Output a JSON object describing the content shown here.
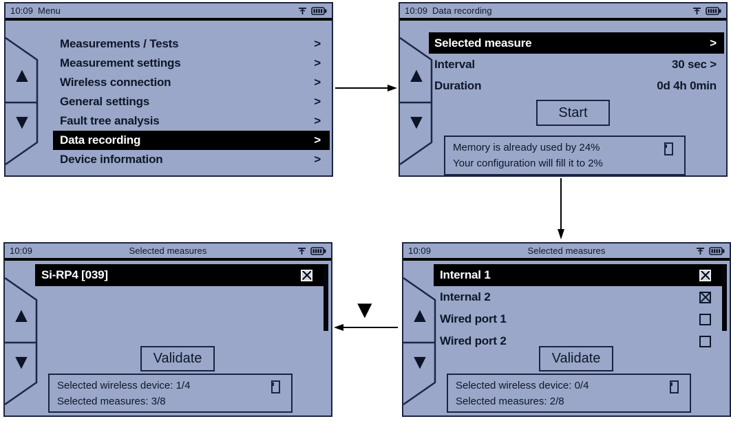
{
  "colors": {
    "screen-bg": "#9aa7c9",
    "ink": "#0e1628",
    "highlight-bg": "#000000",
    "highlight-fg": "#ffffff",
    "page-bg": "#ffffff"
  },
  "icons": {
    "scroll_up": "▲",
    "scroll_down": "▼",
    "down_key": "▼"
  },
  "panels": {
    "menu": {
      "time": "10:09",
      "title": "Menu",
      "items": [
        {
          "label": "Measurements / Tests",
          "chevron": ">"
        },
        {
          "label": "Measurement settings",
          "chevron": ">"
        },
        {
          "label": "Wireless connection",
          "chevron": ">"
        },
        {
          "label": "General settings",
          "chevron": ">"
        },
        {
          "label": "Fault tree analysis",
          "chevron": ">"
        },
        {
          "label": "Data recording",
          "chevron": ">",
          "highlighted": true
        },
        {
          "label": "Device information",
          "chevron": ">"
        }
      ]
    },
    "data_recording": {
      "time": "10:09",
      "title": "Data recording",
      "rows": [
        {
          "label": "Selected measure",
          "value": ">",
          "highlighted": true
        },
        {
          "label": "Interval",
          "value": "30 sec >"
        },
        {
          "label": "Duration",
          "value": "0d 4h 0min"
        }
      ],
      "start_button": "Start",
      "notice": {
        "line1": "Memory is already used by 24%",
        "line2": "Your configuration will fill it to 2%"
      }
    },
    "wireless_measures": {
      "time": "10:09",
      "title": "Selected measures",
      "items": [
        {
          "label": "Si-RP4 [039]",
          "checked": true,
          "highlighted": true
        }
      ],
      "validate_button": "Validate",
      "notice": {
        "line1": "Selected wireless device: 1/4",
        "line2": "Selected measures: 3/8"
      }
    },
    "port_measures": {
      "time": "10:09",
      "title": "Selected measures",
      "items": [
        {
          "label": "Internal 1",
          "checked": true,
          "highlighted": true
        },
        {
          "label": "Internal 2",
          "checked": true
        },
        {
          "label": "Wired port 1",
          "checked": false
        },
        {
          "label": "Wired port 2",
          "checked": false
        }
      ],
      "validate_button": "Validate",
      "notice": {
        "line1": "Selected wireless device: 0/4",
        "line2": "Selected measures: 2/8"
      }
    }
  }
}
